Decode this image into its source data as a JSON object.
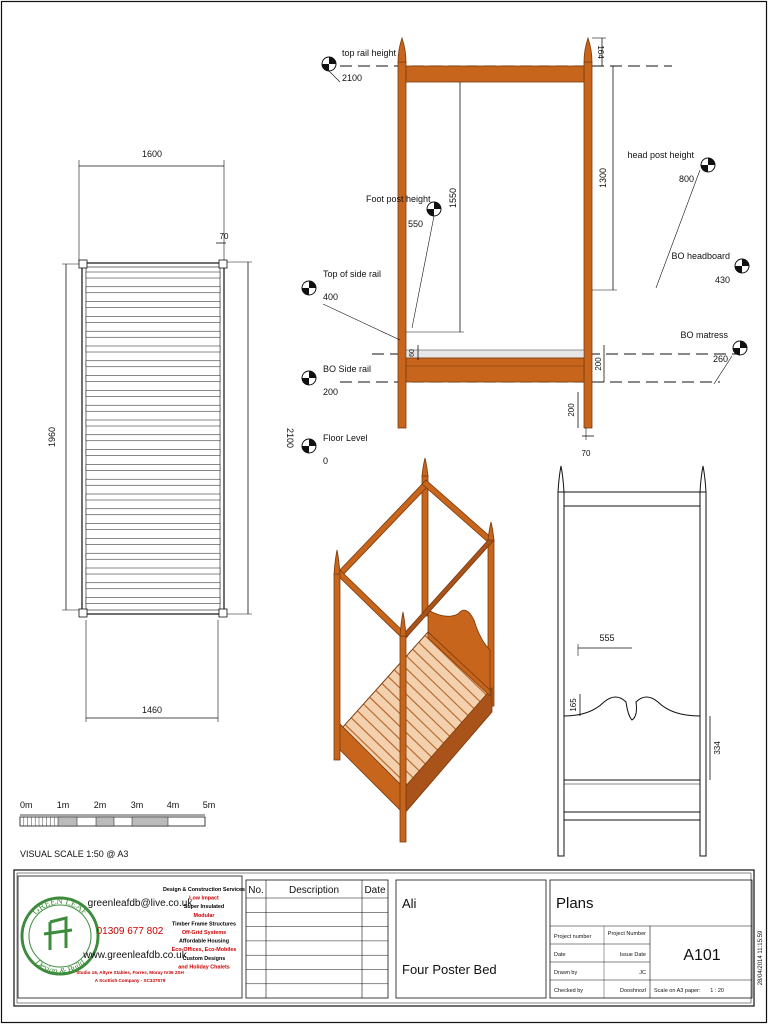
{
  "plan": {
    "width_label": "1600",
    "post_label": "70",
    "side_length_label": "1960",
    "total_length_label": "2100",
    "inner_width_label": "1460"
  },
  "elevation": {
    "top_rail": {
      "name": "top rail height",
      "value": "2100"
    },
    "foot_post": {
      "name": "Foot post height",
      "value": "550"
    },
    "top_side_rail": {
      "name": "Top of side rail",
      "value": "400"
    },
    "bo_side_rail": {
      "name": "BO Side rail",
      "value": "200"
    },
    "floor_level": {
      "name": "Floor Level",
      "value": "0"
    },
    "head_post": {
      "name": "head post height",
      "value": "800"
    },
    "bo_headboard": {
      "name": "BO headboard",
      "value": "430"
    },
    "bo_matress": {
      "name": "BO matress",
      "value": "260"
    },
    "dim_164": "164",
    "dim_1300": "1300",
    "dim_1550": "1550",
    "dim_60": "60",
    "dim_200a": "200",
    "dim_200b": "200",
    "dim_70": "70"
  },
  "end_view": {
    "dim_555": "555",
    "dim_165": "165",
    "dim_334": "334"
  },
  "scale_bar": {
    "ticks": [
      "0m",
      "1m",
      "2m",
      "3m",
      "4m",
      "5m"
    ],
    "caption": "VISUAL SCALE 1:50  @ A3"
  },
  "title_block": {
    "logo_top": "GREEN LEAF",
    "logo_bottom": "Design & Build",
    "email": "greenleafdb@live.co.uk",
    "phone": "01309 677 802",
    "web": "www.greenleafdb.co.uk",
    "address": "Studio 16, Altyre Stables, Forres, Moray IV36 2SH",
    "company": "A Scottish Company - SC337079",
    "services": [
      {
        "text": "Design & Construction Services",
        "color": "#000000"
      },
      {
        "text": "Low Impact",
        "color": "#cc0000"
      },
      {
        "text": "Super Insulated",
        "color": "#000000"
      },
      {
        "text": "Modular",
        "color": "#cc0000"
      },
      {
        "text": "Timber Frame Structures",
        "color": "#000000"
      },
      {
        "text": "Off-Grid Systems",
        "color": "#cc0000"
      },
      {
        "text": "Affordable Housing",
        "color": "#000000"
      },
      {
        "text": "Eco-Offices, Eco-Mobiles",
        "color": "#cc0000"
      },
      {
        "text": "Custom Designs",
        "color": "#000000"
      },
      {
        "text": "and Holiday Chalets",
        "color": "#cc0000"
      }
    ],
    "revisions_header": {
      "no": "No.",
      "description": "Description",
      "date": "Date"
    },
    "client": "Ali",
    "project_title": "Four Poster Bed",
    "sheet_name": "Plans",
    "fields": [
      {
        "label": "Project number",
        "value": "Project Number"
      },
      {
        "label": "Date",
        "value": "Issue Date"
      },
      {
        "label": "Drawn by",
        "value": "JC"
      },
      {
        "label": "Checked by",
        "value": "Dooshnozl"
      }
    ],
    "sheet_number": "A101",
    "scale_label": "Scale on A3 paper:",
    "scale_value": "1 : 20",
    "timestamp": "28/04/2014 11:15:59"
  },
  "colors": {
    "timber": "#c8651c",
    "timber_dark": "#7a3a0c",
    "mattress": "#e6e6e6",
    "logo_green": "#3c8c3c",
    "accent_red": "#cc0000"
  }
}
